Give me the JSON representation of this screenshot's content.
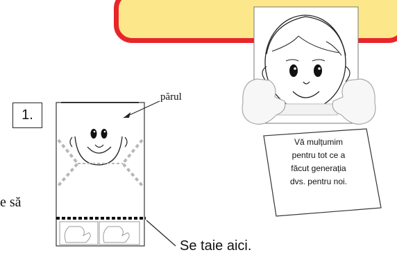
{
  "step": {
    "number": "1."
  },
  "labels": {
    "hair": "părul",
    "cut_here": "Se taie aici."
  },
  "side_text": "e să",
  "card": {
    "lines": [
      "Vă mulțumim",
      "pentru tot ce a",
      "făcut generația",
      "dvs. pentru noi."
    ]
  },
  "colors": {
    "banner_fill": "#fce88a",
    "banner_border": "#e8252b"
  }
}
